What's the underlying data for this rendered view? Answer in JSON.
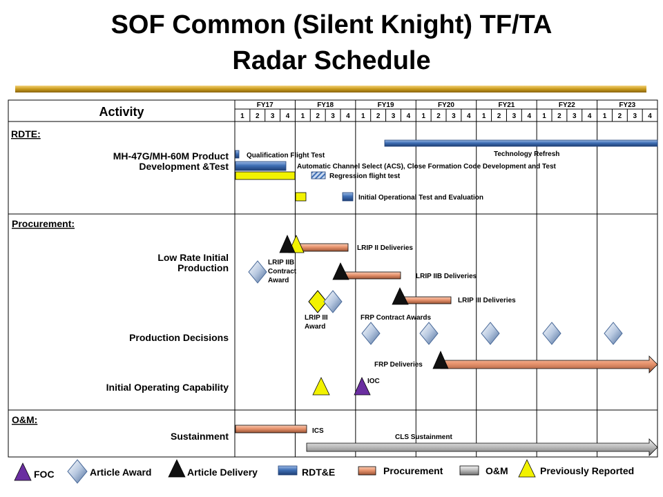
{
  "title": {
    "line1": "SOF Common (Silent Knight) TF/TA",
    "line2": "Radar Schedule"
  },
  "header": {
    "activity_label": "Activity",
    "fiscal_years": [
      "FY17",
      "FY18",
      "FY19",
      "FY20",
      "FY21",
      "FY22",
      "FY23"
    ],
    "quarters": [
      "1",
      "2",
      "3",
      "4"
    ]
  },
  "sections": {
    "rdte": "RDTE:",
    "procurement": "Procurement:",
    "om": "O&M:"
  },
  "activities": {
    "product_dev_line1": "MH-47G/MH-60M Product",
    "product_dev_line2": "Development &Test",
    "lrip_line1": "Low Rate Initial",
    "lrip_line2": "Production",
    "production_decisions": "Production Decisions",
    "ioc": "Initial Operating Capability",
    "sustainment": "Sustainment"
  },
  "labels": {
    "qualification": "Qualification Flight Test",
    "tech_refresh": "Technology Refresh",
    "acs": "Automatic Channel Select (ACS), Close Formation Code Development and Test",
    "regression": "Regression flight test",
    "iote": "Initial Operational Test and Evaluation",
    "lrip2_deliveries": "LRIP II Deliveries",
    "lrip2b_award_1": "LRIP IIB",
    "lrip2b_award_2": "Contract",
    "lrip2b_award_3": "Award",
    "lrip2b_deliveries": "LRIP IIB Deliveries",
    "lrip3_deliveries": "LRIP III Deliveries",
    "lrip3_award_1": "LRIP III",
    "lrip3_award_2": "Award",
    "frp_awards": "FRP Contract Awards",
    "frp_deliveries": "FRP Deliveries",
    "ioc": "IOC",
    "ics": "ICS",
    "cls": "CLS Sustainment"
  },
  "legend": {
    "foc": "FOC",
    "article_award": "Article Award",
    "article_delivery": "Article Delivery",
    "rdte": "RDT&E",
    "procurement": "Procurement",
    "om": "O&M",
    "previously_reported": "Previously Reported"
  },
  "colors": {
    "rdte_blue": "#3f6fb5",
    "procurement_orange": "#e8946e",
    "om_gray": "#bfbfbf",
    "previously_reported_yellow": "#f2f200",
    "foc_purple": "#6a2ea0",
    "title_rule_gold": "#c99a1a"
  }
}
